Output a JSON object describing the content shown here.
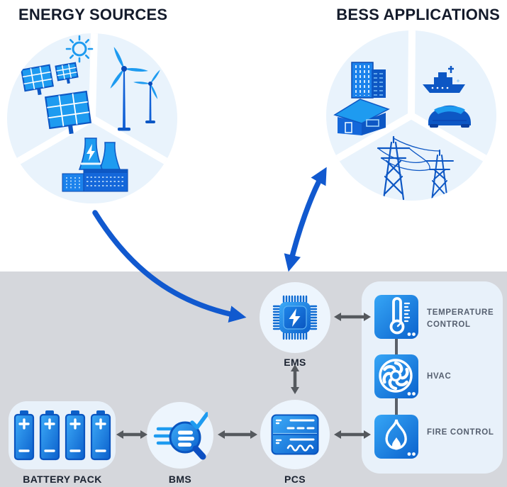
{
  "titles": {
    "energy": "ENERGY SOURCES",
    "applications": "BESS APPLICATIONS"
  },
  "energy_circle": {
    "icons": [
      "solar-panels-sun-icon",
      "wind-turbines-icon",
      "power-plant-icon"
    ]
  },
  "applications_circle": {
    "icons": [
      "buildings-icon",
      "house-icon",
      "ship-icon",
      "car-icon",
      "transmission-towers-icon"
    ]
  },
  "system": {
    "ems": {
      "label": "EMS",
      "icon": "chip-lightning-icon"
    },
    "pcs": {
      "label": "PCS",
      "icon": "power-converter-icon"
    },
    "bms": {
      "label": "BMS",
      "icon": "battery-inspect-icon"
    },
    "battery": {
      "label": "BATTERY PACK",
      "icon": "battery-cells-icon"
    },
    "aux": [
      {
        "label": "TEMPERATURE CONTROL",
        "icon": "thermometer-icon"
      },
      {
        "label": "HVAC",
        "icon": "fan-icon"
      },
      {
        "label": "FIRE CONTROL",
        "icon": "flame-icon"
      }
    ]
  },
  "colors": {
    "title_text": "#141b2b",
    "label_gray": "#566070",
    "section_gray": "#d5d7dc",
    "circle_bg": "#e9f3fc",
    "panel_bg": "#e8f1fa",
    "node_bg": "#edf5fd",
    "bright_blue": "#1e9bf0",
    "medium_blue": "#1467da",
    "dark_blue": "#0d57c4",
    "arrow_blue": "#1159cf",
    "arrow_gray": "#55595e",
    "icon_gradient": [
      "#36a6f6",
      "#0b62cd"
    ]
  }
}
